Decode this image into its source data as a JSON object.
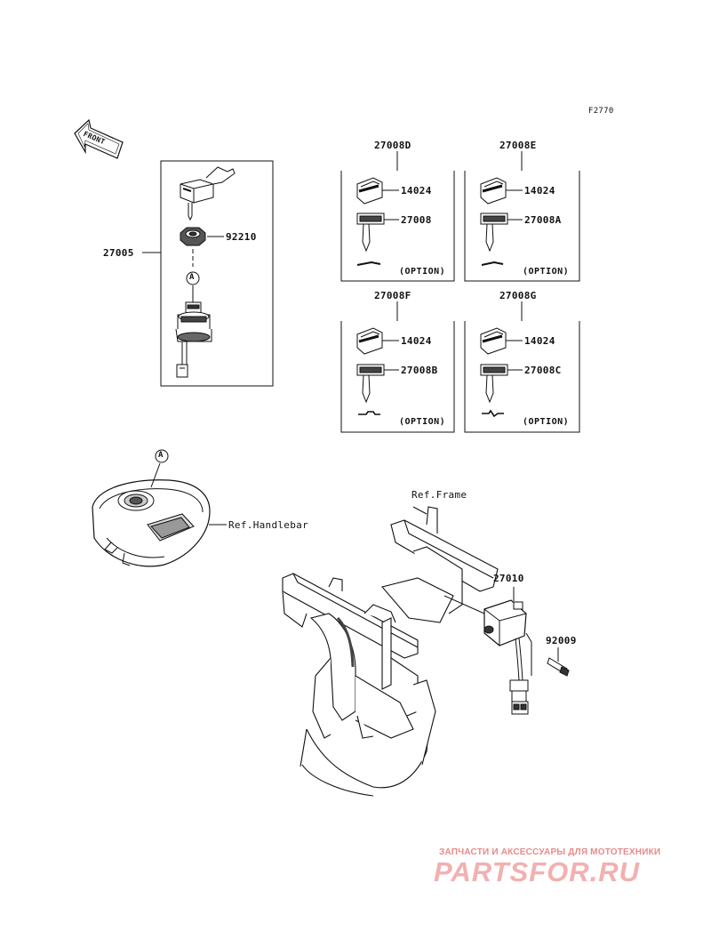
{
  "figure_code": "F2770",
  "front_arrow_label": "FRONT",
  "callouts": {
    "ignition_switch_assy": "27005",
    "nut": "92210",
    "ref_a_top": "A",
    "ref_a_bottom": "A",
    "key_set_d": "27008D",
    "key_set_e": "27008E",
    "key_set_f": "27008F",
    "key_set_g": "27008G",
    "cover_d": "14024",
    "cover_e": "14024",
    "cover_f": "14024",
    "cover_g": "14024",
    "key_d": "27008",
    "key_e": "27008A",
    "key_f": "27008B",
    "key_g": "27008C",
    "option_d": "(OPTION)",
    "option_e": "(OPTION)",
    "option_f": "(OPTION)",
    "option_g": "(OPTION)",
    "ref_handlebar": "Ref.Handlebar",
    "ref_frame": "Ref.Frame",
    "sensor": "27010",
    "bolt": "92009"
  },
  "watermark": {
    "tagline": "ЗАПЧАСТИ И АКСЕССУАРЫ ДЛЯ МОТОТЕХНИКИ",
    "logo": "PARTSFOR.RU"
  }
}
